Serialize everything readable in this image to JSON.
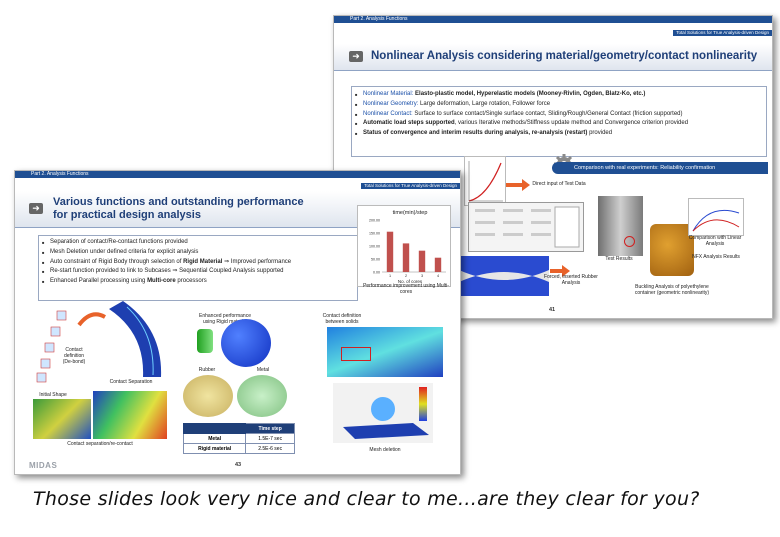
{
  "back_slide": {
    "section": "Part 2. Analysis Functions",
    "tagline": "Total Solutions for True Analysis-driven Design",
    "title": "Nonlinear Analysis considering material/geometry/contact nonlinearity",
    "bullets": [
      {
        "lead": "Nonlinear Material:",
        "rest": " Elasto-plastic model, Hyperelastic models (Mooney-Rivlin, Ogden, Blatz-Ko, etc.)"
      },
      {
        "lead": "Nonlinear Geometry:",
        "rest": " Large deformation, Large rotation, Follower force"
      },
      {
        "lead": "Nonlinear Contact:",
        "rest": " Surface to surface contact/Single surface contact, Sliding/Rough/General Contact (friction supported)"
      },
      {
        "lead": "Automatic load steps supported",
        "rest": ", various Iterative methods/Stiffness update method and Convergence criterion provided"
      },
      {
        "lead": "Status of convergence and interim results during analysis, re-analysis (restart)",
        "rest": " provided"
      }
    ],
    "banner": "Comparison with real experiments: Reliability confirmation",
    "labels": {
      "direct_input": "Direct input of Test Data",
      "test_results": "Test Results",
      "comparison": "Comparison with Linear Analysis",
      "nfx": "NFX Analysis Results",
      "rubber": "Forced, inserted Rubber Analysis",
      "buckling": "Buckling Analysis of polyethylene container (geometric nonlinearity)"
    },
    "page": "41"
  },
  "front_slide": {
    "section": "Part 2. Analysis Functions",
    "tagline": "Total Solutions for True Analysis-driven Design",
    "title_line1": "Various functions and outstanding performance",
    "title_line2": "for practical design analysis",
    "bullets": [
      "Separation of contact/Re-contact functions provided",
      "Mesh Deletion under defined criteria for explicit analysis"
    ],
    "bullet3_pre": "Auto constraint of Rigid Body through selection of ",
    "bullet3_bold": "Rigid Material",
    "bullet3_post": " ⇒ Improved performance",
    "bullet4": "Re-start function provided to link to Subcases ⇒ Sequential Coupled Analysis supported",
    "bullet5_pre": "Enhanced Parallel processing using ",
    "bullet5_bold": "Multi-core",
    "bullet5_post": " processors",
    "labels": {
      "contact_def": "Contact definition (De-bond)",
      "contact_sep": "Contact Separation",
      "initial_shape": "Initial Shape",
      "sep_recontact": "Contact separation/re-contact",
      "enhanced": "Enhanced performance using Rigid material",
      "rubber": "Rubber",
      "metal": "Metal",
      "contact_solids": "Contact definition between solids",
      "mesh_deletion": "Mesh deletion",
      "perf": "Performance improvement using Multi-cores"
    },
    "timestep_table": {
      "header": "Time step",
      "rows": [
        {
          "name": "Metal",
          "value": "1.5E-7 sec"
        },
        {
          "name": "Rigid material",
          "value": "2.5E-6 sec"
        }
      ]
    },
    "logo": "MIDAS",
    "page": "43"
  },
  "chart_data": {
    "type": "bar",
    "title": "time(min)/step",
    "xlabel": "No. of cores",
    "categories": [
      "1",
      "2",
      "3",
      "4"
    ],
    "values": [
      155,
      110,
      82,
      55
    ],
    "ylim": [
      0,
      200
    ],
    "ytick_labels": [
      "200.00",
      "150.00",
      "100.00",
      "50.00",
      "0.00"
    ],
    "colors": {
      "bar": "#c0504d"
    }
  },
  "caption": "Those slides look very nice and clear to me...are they clear for you?",
  "colors": {
    "brand": "#1f4f93",
    "title": "#1f3f78",
    "highlight": "#1a4fa8"
  }
}
